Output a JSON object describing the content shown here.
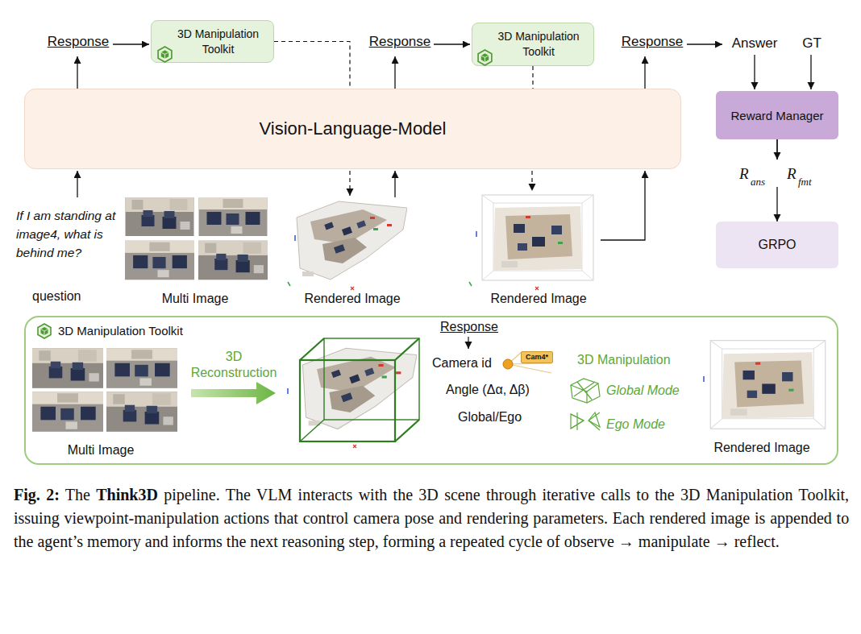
{
  "diagram": {
    "caption": "Fig. 2: The Think3D pipeline. The VLM interacts with the 3D scene through iterative calls to the 3D Manipulation Toolkit, issuing viewpoint-manipulation actions that control camera pose and rendering parameters. Each rendered image is appended to the agent’s memory and informs the next reasoning step, forming a repeated cycle of observe → manipulate → reflect.",
    "nodes": [
      {
        "text": [
          "3D Manipulation Toolkit"
        ]
      },
      {
        "text": [
          "3D Manipulation Toolkit"
        ]
      },
      {
        "text": [
          "Vision-Language-Model"
        ]
      },
      {
        "text": [
          "Reward Manager"
        ]
      },
      {
        "text": [
          "GRPO"
        ]
      },
      {
        "text": [
          "3D Manipulation Toolkit"
        ]
      },
      {
        "text": [
          "Cam4*"
        ],
        "in": 5
      }
    ],
    "edges": [
      {
        "from": 0,
        "to": 2,
        "arrow": "none"
      },
      {
        "from": 1,
        "to": 2,
        "arrow": "none"
      },
      {
        "from": 3,
        "to": 4,
        "arrow": "to"
      }
    ],
    "labels": [
      "Response",
      "Response",
      "Response",
      "Answer",
      "GT",
      "R",
      "ans",
      "R",
      "fmt",
      "If I am standing at image4, what is behind me?",
      "question",
      "Multi Image",
      "Rendered Image",
      "Rendered Image",
      "Multi Image",
      "3D Reconstruction",
      "Response",
      "Camera id",
      "Angle (Δα, Δβ)",
      "Global/Ego",
      "3D Manipulation",
      "Global Mode",
      "Ego Mode",
      "Rendered Image"
    ]
  }
}
